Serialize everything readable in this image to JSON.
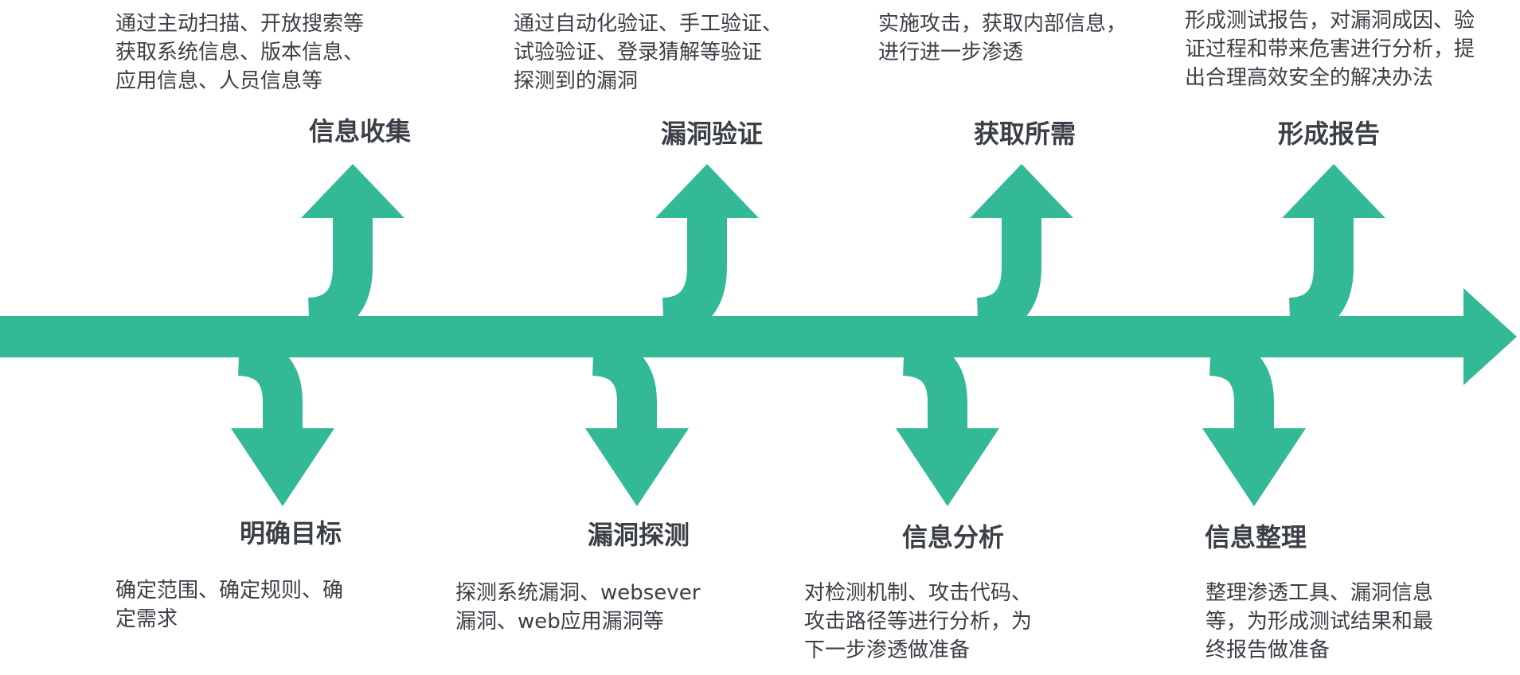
{
  "colors": {
    "arrow": "#33b996",
    "title": "#3b3f46",
    "text": "#3b3f46"
  },
  "steps_up": [
    {
      "title": "信息收集",
      "desc": "通过主动扫描、开放搜索等\n获取系统信息、版本信息、\n应用信息、人员信息等"
    },
    {
      "title": "漏洞验证",
      "desc": "通过自动化验证、手工验证、\n试验验证、登录猜解等验证\n探测到的漏洞"
    },
    {
      "title": "获取所需",
      "desc": "实施攻击，获取内部信息，\n进行进一步渗透"
    },
    {
      "title": "形成报告",
      "desc": "形成测试报告，对漏洞成因、验\n证过程和带来危害进行分析，提\n出合理高效安全的解决办法"
    }
  ],
  "steps_down": [
    {
      "title": "明确目标",
      "desc": "确定范围、确定规则、确\n定需求"
    },
    {
      "title": "漏洞探测",
      "desc": "探测系统漏洞、websever\n漏洞、web应用漏洞等"
    },
    {
      "title": "信息分析",
      "desc": "对检测机制、攻击代码、\n攻击路径等进行分析，为\n下一步渗透做准备"
    },
    {
      "title": "信息整理",
      "desc": "整理渗透工具、漏洞信息\n等，为形成测试结果和最\n终报告做准备"
    }
  ]
}
